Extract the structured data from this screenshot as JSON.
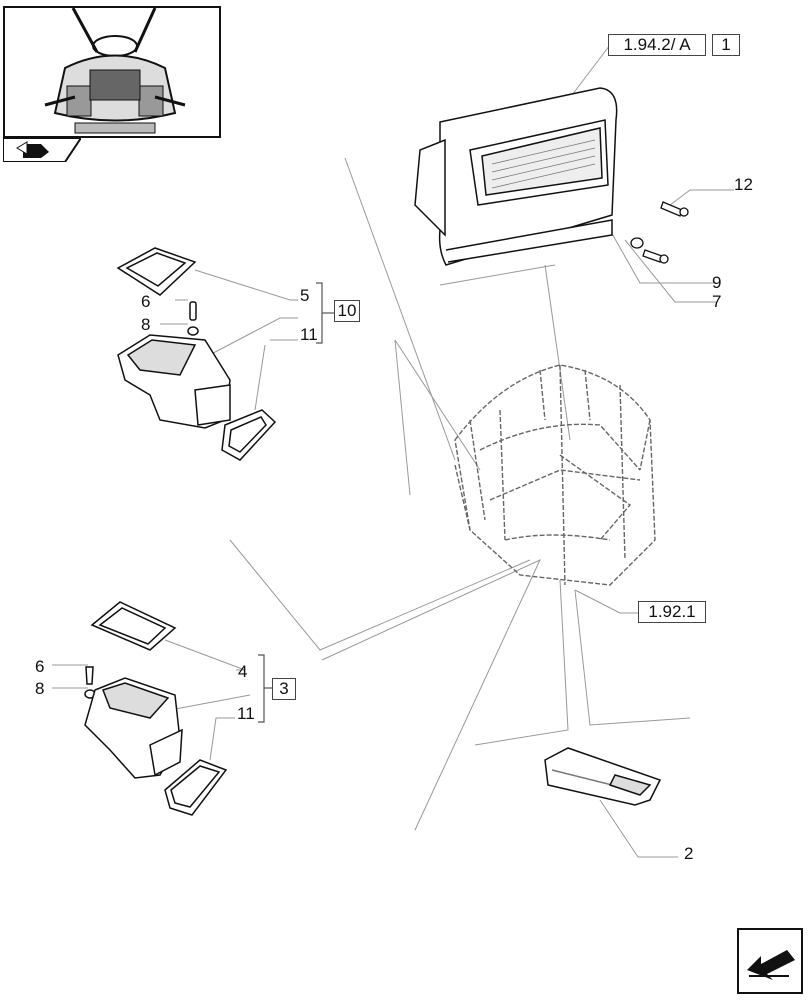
{
  "refs": {
    "r1942a": "1.94.2/ A",
    "r1921": "1.92.1"
  },
  "callouts": {
    "c1": "1",
    "c2": "2",
    "c3": "3",
    "c4": "4",
    "c5": "5",
    "c6a": "6",
    "c6b": "6",
    "c7": "7",
    "c8a": "8",
    "c8b": "8",
    "c9": "9",
    "c10": "10",
    "c11a": "11",
    "c11b": "11",
    "c12": "12"
  },
  "icons": {
    "nav_top": "arrow-left-icon",
    "nav_bottom": "arrow-return-icon"
  },
  "colors": {
    "line": "#111111",
    "leader": "#888888",
    "frame": "#555555"
  }
}
